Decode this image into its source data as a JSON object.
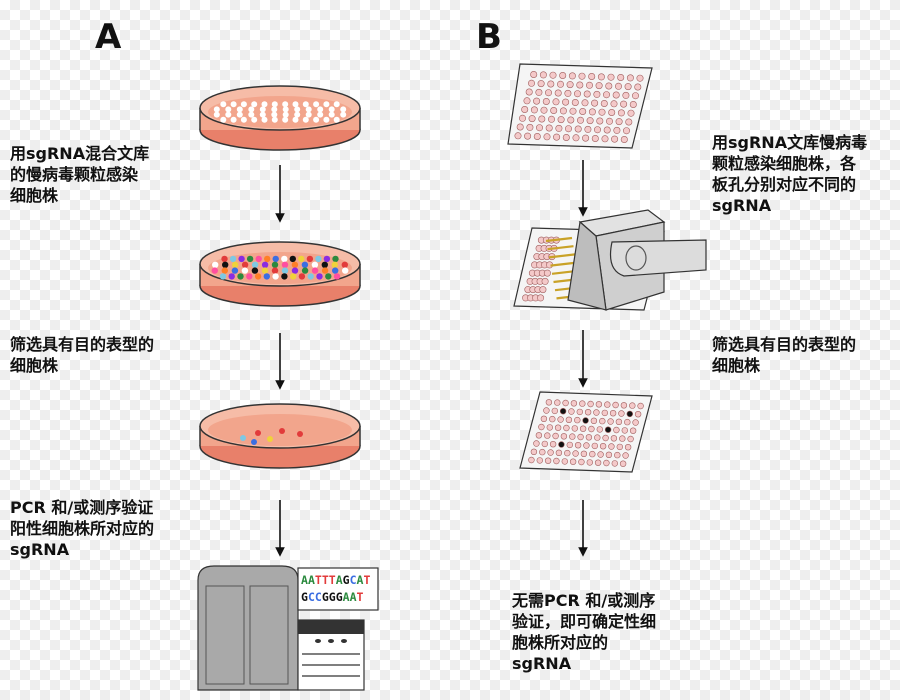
{
  "panels": {
    "a": {
      "label": "A",
      "step1": "用sgRNA混合文库\n的慢病毒颗粒感染\n细胞株",
      "step2": "筛选具有目的表型的\n细胞株",
      "step3": "PCR 和/或测序验证\n阳性细胞株所对应的\nsgRNA"
    },
    "b": {
      "label": "B",
      "step1": "用sgRNA文库慢病毒\n颗粒感染细胞株，各\n板孔分别对应不同的\nsgRNA",
      "step2": "筛选具有目的表型的\n细胞株",
      "step3": "无需PCR 和/或测序\n验证，即可确定性细\n胞株所对应的\nsgRNA"
    }
  },
  "sequencer": {
    "line1": "AATTTAGCAT",
    "line2": "GCCGGGAAT"
  },
  "colors": {
    "dish_fill": "#f2a58c",
    "dish_base": "#e8806a",
    "well_fill": "#f4c9c9",
    "plate_bg": "#f5f5f5",
    "sequencer_gray": "#a9a9a9"
  },
  "selected_wells": [
    [
      1,
      2
    ],
    [
      2,
      5
    ],
    [
      3,
      8
    ],
    [
      1,
      10
    ],
    [
      5,
      3
    ]
  ]
}
